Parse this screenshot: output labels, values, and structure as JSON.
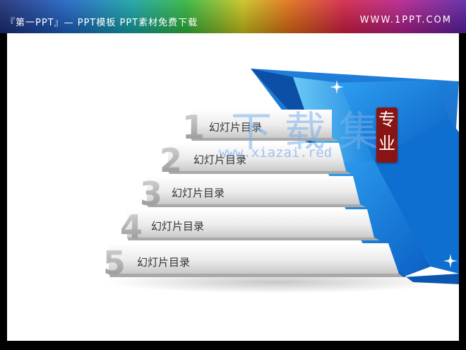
{
  "header": {
    "site_title": "『第一PPT』— PPT模板 PPT素材免费下载",
    "site_url": "WWW.1PPT.COM"
  },
  "steps": [
    {
      "number": "1",
      "label": "幻灯片目录"
    },
    {
      "number": "2",
      "label": "幻灯片目录"
    },
    {
      "number": "3",
      "label": "幻灯片目录"
    },
    {
      "number": "4",
      "label": "幻灯片目录"
    },
    {
      "number": "5",
      "label": "幻灯片目录"
    }
  ],
  "watermark": {
    "text": "下载集",
    "url": "www.xiazai.red",
    "seal_chars": [
      "专",
      "业"
    ]
  },
  "colors": {
    "blue_dark": "#0a63c9",
    "blue_mid": "#1a8be6",
    "blue_light": "#5cc3f5",
    "step_light": "#f4f4f4",
    "step_shadow": "#bdbdbd",
    "seal": "#8a1414"
  }
}
